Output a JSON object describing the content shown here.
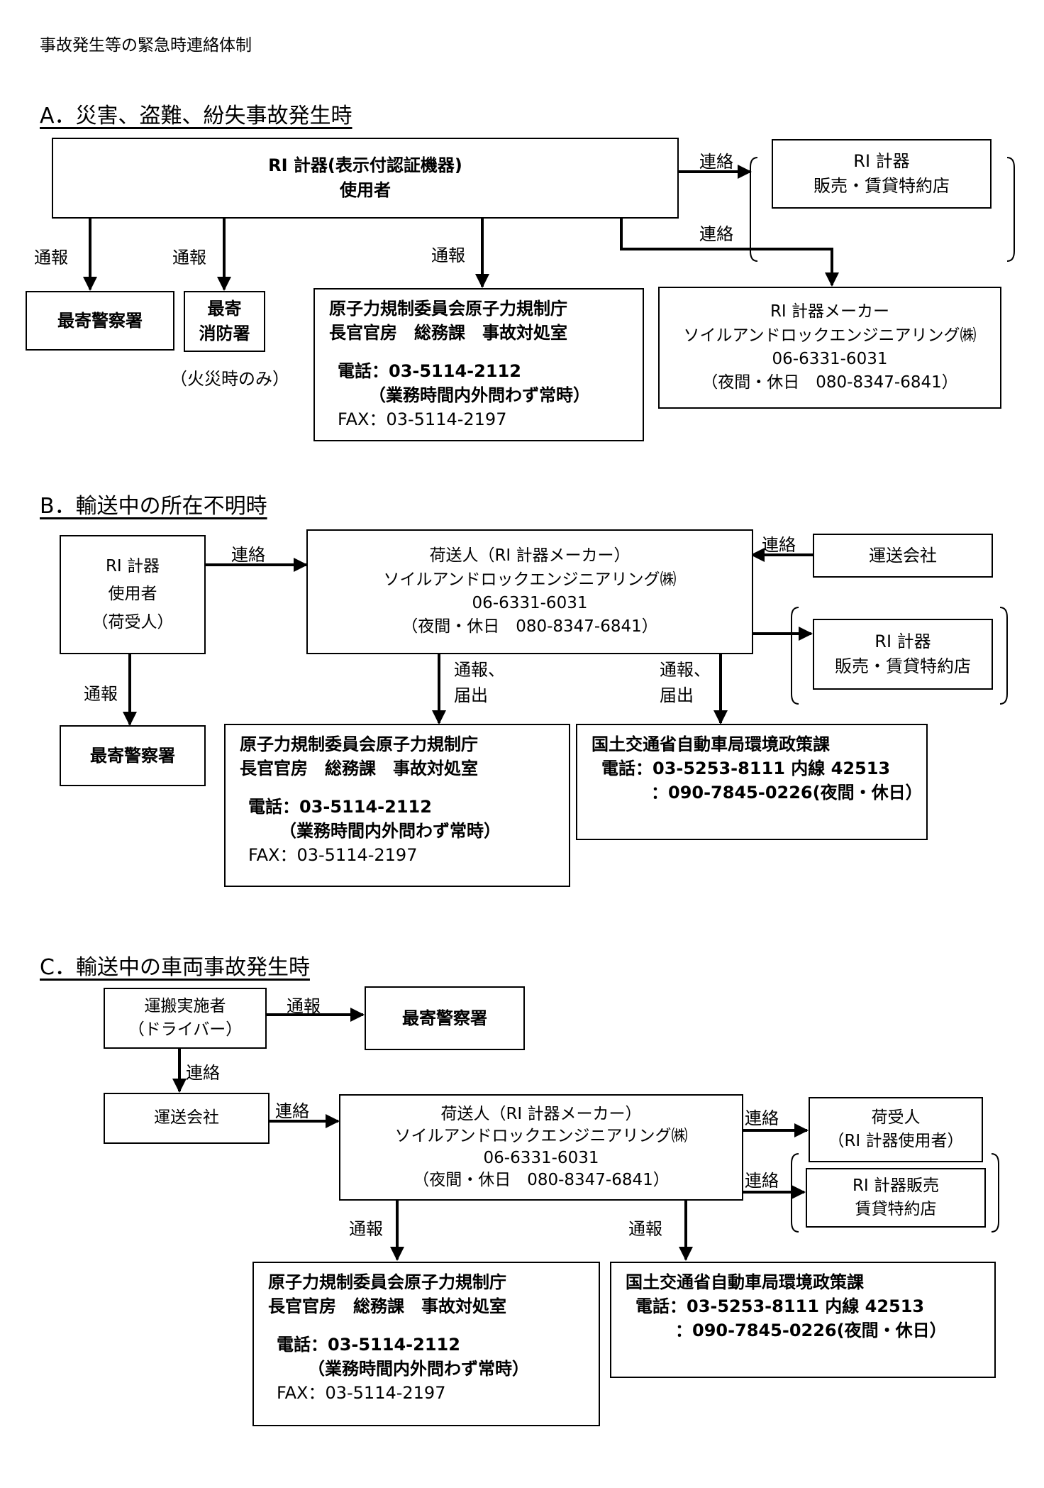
{
  "doc_title": "事故発生等の緊急時連絡体制",
  "sections": {
    "a": {
      "heading": "A．災害、盗難、紛失事故発生時",
      "user_box": [
        "RI 計器(表示付認証機器)",
        "使用者"
      ],
      "dealer_box": [
        "RI 計器",
        "販売・賃貸特約店"
      ],
      "label_renraku_1": "連絡",
      "label_renraku_2": "連絡",
      "label_tsuho_1": "通報",
      "label_tsuho_2": "通報",
      "label_tsuho_3": "通報",
      "police_box": "最寄警察署",
      "fire_box": [
        "最寄",
        "消防署"
      ],
      "fire_note": "（火災時のみ）",
      "nra_box": {
        "name": [
          "原子力規制委員会原子力規制庁",
          "長官官房　総務課　事故対処室"
        ],
        "tel": "電話：03-5114-2112",
        "tel_note": "（業務時間内外問わず常時）",
        "fax": "FAX：03-5114-2197"
      },
      "maker_box": [
        "RI 計器メーカー",
        "ソイルアンドロックエンジニアリング㈱",
        "06-6331-6031",
        "（夜間・休日　080-8347-6841）"
      ]
    },
    "b": {
      "heading": "B．輸送中の所在不明時",
      "user_box": [
        "RI 計器",
        "使用者",
        "（荷受人）"
      ],
      "shipper_box": [
        "荷送人（RI 計器メーカー）",
        "ソイルアンドロックエンジニアリング㈱",
        "06-6331-6031",
        "（夜間・休日　080-8347-6841）"
      ],
      "carrier_box": "運送会社",
      "dealer_box": [
        "RI 計器",
        "販売・賃貸特約店"
      ],
      "label_renraku_1": "連絡",
      "label_renraku_2": "連絡",
      "label_tsuho": "通報",
      "label_tsuho_todoke_1": [
        "通報、",
        "届出"
      ],
      "label_tsuho_todoke_2": [
        "通報、",
        "届出"
      ],
      "police_box": "最寄警察署",
      "nra_box": {
        "name": [
          "原子力規制委員会原子力規制庁",
          "長官官房　総務課　事故対処室"
        ],
        "tel": "電話：03-5114-2112",
        "tel_note": "（業務時間内外問わず常時）",
        "fax": "FAX：03-5114-2197"
      },
      "mlit_box": {
        "name": "国土交通省自動車局環境政策課",
        "tel": "電話：03-5253-8111 内線 42513",
        "tel2": "：090-7845-0226(夜間・休日）"
      }
    },
    "c": {
      "heading": "C．輸送中の車両事故発生時",
      "driver_box": [
        "運搬実施者",
        "（ドライバー）"
      ],
      "police_box": "最寄警察署",
      "carrier_box": "運送会社",
      "shipper_box": [
        "荷送人（RI 計器メーカー）",
        "ソイルアンドロックエンジニアリング㈱",
        "06-6331-6031",
        "（夜間・休日　080-8347-6841）"
      ],
      "consignee_box": [
        "荷受人",
        "（RI 計器使用者）"
      ],
      "dealer_box": [
        "RI 計器販売",
        "賃貸特約店"
      ],
      "label_tsuho_1": "通報",
      "label_renraku_1": "連絡",
      "label_renraku_2": "連絡",
      "label_renraku_3": "連絡",
      "label_renraku_4": "連絡",
      "label_tsuho_2": "通報",
      "label_tsuho_3": "通報",
      "nra_box": {
        "name": [
          "原子力規制委員会原子力規制庁",
          "長官官房　総務課　事故対処室"
        ],
        "tel": "電話：03-5114-2112",
        "tel_note": "（業務時間内外問わず常時）",
        "fax": "FAX：03-5114-2197"
      },
      "mlit_box": {
        "name": "国土交通省自動車局環境政策課",
        "tel": "電話：03-5253-8111 内線 42513",
        "tel2": "：090-7845-0226(夜間・休日）"
      }
    }
  }
}
